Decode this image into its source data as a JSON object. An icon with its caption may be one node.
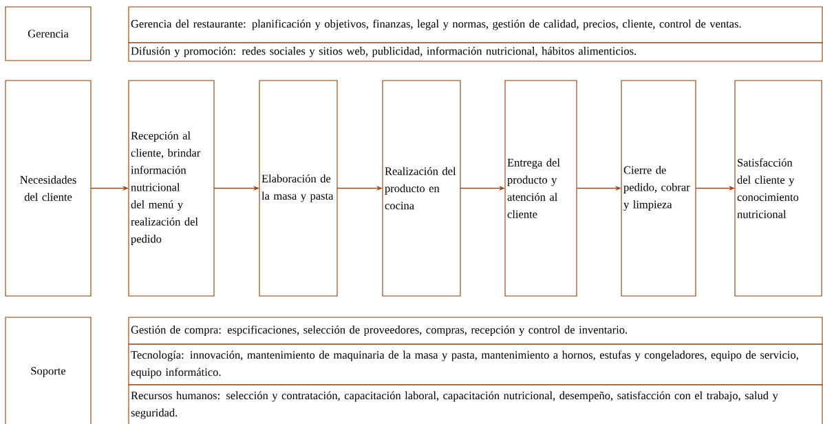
{
  "diagram": {
    "nodes": [
      {
        "text": [
          "Gerencia"
        ]
      },
      {
        "text": [
          "Gerencia del restaurante: planificación y objetivos, finanzas, legal y normas, gestión de calidad, precios, cliente, control de ventas."
        ]
      },
      {
        "text": [
          "Difusión y promoción: redes sociales y sitios web, publicidad, información nutricional, hábitos alimenticios."
        ]
      },
      {
        "text": [
          "Necesidades del cliente"
        ]
      },
      {
        "text": [
          "Recepción al cliente, brindar información nutricional del menú y realización del pedido"
        ]
      },
      {
        "text": [
          "Elaboración de la masa y pasta"
        ]
      },
      {
        "text": [
          "Realización del producto en cocina"
        ]
      },
      {
        "text": [
          "Entrega del producto y atención al cliente"
        ]
      },
      {
        "text": [
          "Cierre de pedido, cobrar y limpieza"
        ]
      },
      {
        "text": [
          "Satisfacción del cliente y conocimiento nutricional"
        ]
      },
      {
        "text": [
          "Soporte"
        ]
      },
      {
        "text": [
          "Gestión de compra: espcificaciones, selección de proveedores, compras, recepción y control de inventario."
        ]
      },
      {
        "text": [
          "Tecnología: innovación, mantenimiento de maquinaria de la masa y pasta, mantenimiento a hornos, estufas y congeladores, equipo de servicio, equipo informático."
        ]
      },
      {
        "text": [
          "Recursos humanos:  selección y contratación, capacitación laboral, capacitación nutricional, desempeño, satisfacción con el trabajo, salud y seguridad."
        ]
      }
    ],
    "edges": [
      {
        "from": 3,
        "to": 4,
        "arrow": "to"
      },
      {
        "from": 4,
        "to": 5,
        "arrow": "to"
      },
      {
        "from": 5,
        "to": 6,
        "arrow": "to"
      },
      {
        "from": 6,
        "to": 7,
        "arrow": "to"
      },
      {
        "from": 7,
        "to": 8,
        "arrow": "to"
      },
      {
        "from": 8,
        "to": 9,
        "arrow": "to"
      }
    ]
  }
}
